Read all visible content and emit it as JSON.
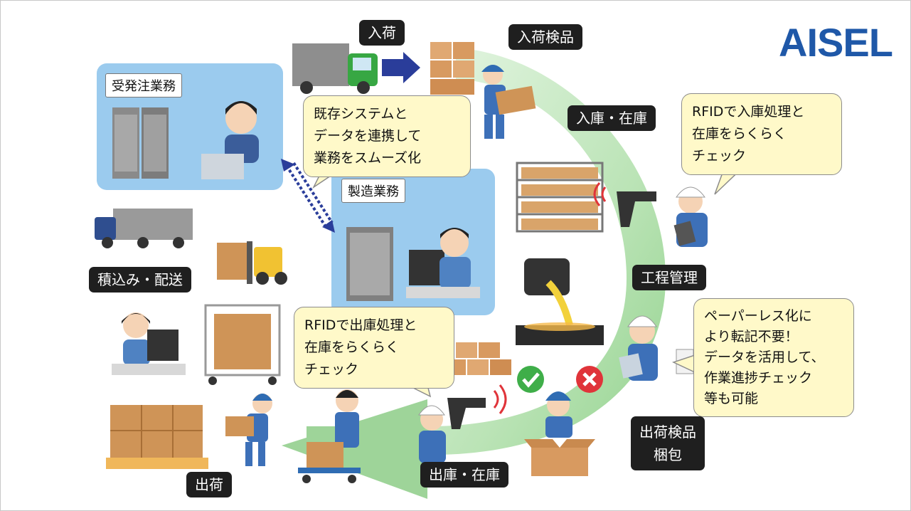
{
  "brand": "AISEL",
  "labels": {
    "inbound": "入荷",
    "inbound_inspection": "入荷検品",
    "storage_inventory_in": "入庫・在庫",
    "process_management": "工程管理",
    "shipping_inspection_line1": "出荷検品",
    "shipping_inspection_line2": "梱包",
    "storage_inventory_out": "出庫・在庫",
    "shipping": "出荷",
    "loading_delivery": "積込み・配送"
  },
  "panels": {
    "orders": "受発注業務",
    "manufacturing": "製造業務"
  },
  "bubbles": {
    "system": [
      "既存システムと",
      "データを連携して",
      "業務をスムーズ化"
    ],
    "rfid_in": [
      "RFIDで入庫処理と",
      "在庫をらくらく",
      "チェック"
    ],
    "rfid_out": [
      "RFIDで出庫処理と",
      "在庫をらくらく",
      "チェック"
    ],
    "paperless": [
      "ペーパーレス化に",
      "より転記不要！",
      "データを活用して、",
      "作業進捗チェック",
      "等も可能"
    ]
  },
  "colors": {
    "cycle_arrow": "#c9ecc5",
    "panel_blue": "#9bcbee",
    "label_bg": "#1f1f1f",
    "bubble_bg": "#fff9c9",
    "brand_blue": "#1f58a8",
    "ok_green": "#3fae49",
    "ng_red": "#e0343a"
  }
}
